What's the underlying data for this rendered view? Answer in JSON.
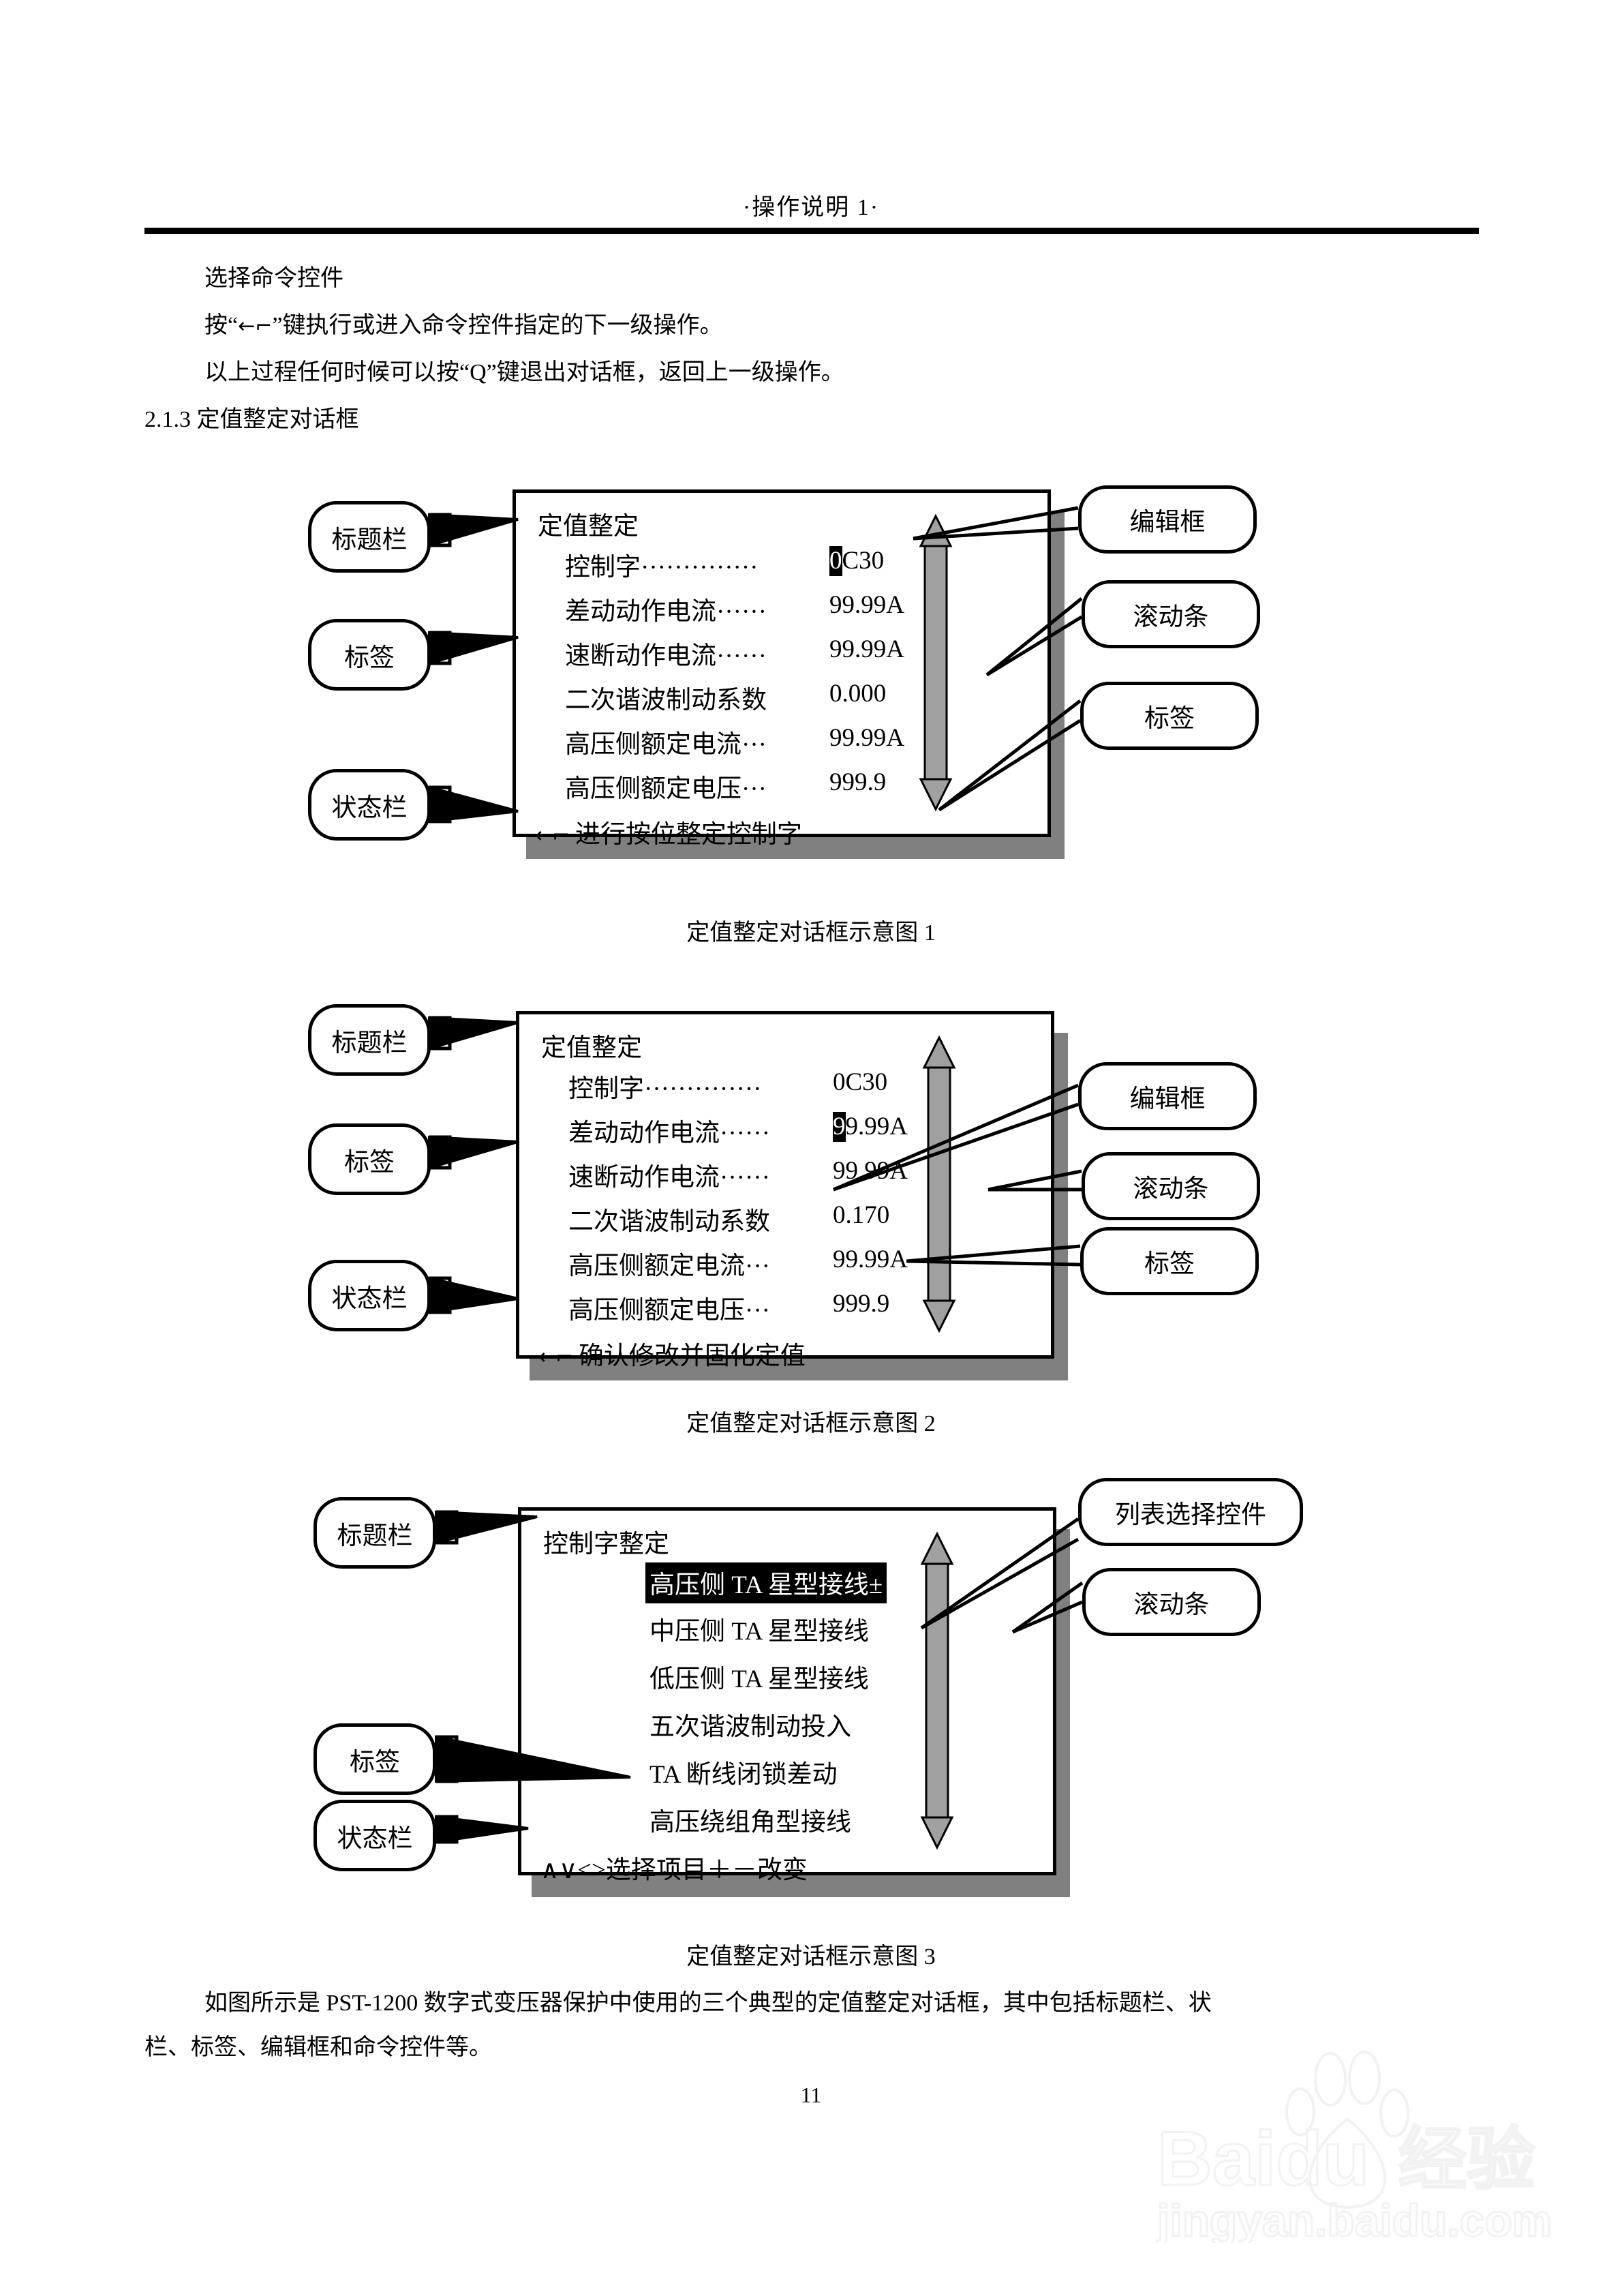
{
  "header": {
    "title": "·操作说明 1·"
  },
  "body": {
    "line1": "选择命令控件",
    "line2_pre": "按“",
    "line2_key": "←⌐",
    "line2_post": "”键执行或进入命令控件指定的下一级操作。",
    "line3": "以上过程任何时候可以按“Q”键退出对话框，返回上一级操作。",
    "section": "2.1.3  定值整定对话框"
  },
  "figures": [
    {
      "caption": "定值整定对话框示意图 1",
      "dialog": {
        "title": "定值整定",
        "rows": [
          {
            "label": "控制字··············",
            "value": "0C30",
            "highlight": "first-char"
          },
          {
            "label": "差动动作电流······",
            "value": "99.99A",
            "highlight": "none"
          },
          {
            "label": "速断动作电流······",
            "value": "99.99A",
            "highlight": "none"
          },
          {
            "label": "二次谐波制动系数",
            "value": "0.000",
            "highlight": "none"
          },
          {
            "label": "高压侧额定电流···",
            "value": "99.99A",
            "highlight": "none"
          },
          {
            "label": "高压侧额定电压···",
            "value": "999.9",
            "highlight": "none"
          }
        ],
        "status_key": "←⌐",
        "status_text": "进行按位整定控制字"
      },
      "callouts_left": [
        "标题栏",
        "标签",
        "状态栏"
      ],
      "callouts_right": [
        "编辑框",
        "滚动条",
        "标签"
      ]
    },
    {
      "caption": "定值整定对话框示意图 2",
      "dialog": {
        "title": "定值整定",
        "rows": [
          {
            "label": "控制字··············",
            "value": "0C30",
            "highlight": "none"
          },
          {
            "label": "差动动作电流······",
            "value": "99.99A",
            "highlight": "first-char"
          },
          {
            "label": "速断动作电流······",
            "value": "99.99A",
            "highlight": "none"
          },
          {
            "label": "二次谐波制动系数",
            "value": "0.170",
            "highlight": "none"
          },
          {
            "label": "高压侧额定电流···",
            "value": "99.99A",
            "highlight": "none"
          },
          {
            "label": "高压侧额定电压···",
            "value": "999.9",
            "highlight": "none"
          }
        ],
        "status_key": "←⌐",
        "status_text": "确认修改并固化定值"
      },
      "callouts_left": [
        "标题栏",
        "标签",
        "状态栏"
      ],
      "callouts_right": [
        "编辑框",
        "滚动条",
        "标签"
      ]
    },
    {
      "caption": "定值整定对话框示意图 3",
      "dialog": {
        "title": "控制字整定",
        "items": [
          {
            "text": "高压侧 TA 星型接线±",
            "selected": true
          },
          {
            "text": "中压侧 TA 星型接线",
            "selected": false
          },
          {
            "text": "低压侧 TA 星型接线",
            "selected": false
          },
          {
            "text": "五次谐波制动投入",
            "selected": false
          },
          {
            "text": "TA 断线闭锁差动",
            "selected": false
          },
          {
            "text": "高压绕组角型接线",
            "selected": false
          }
        ],
        "status_text": "∧∨<>选择项目＋－改变"
      },
      "callouts_left": [
        "标题栏",
        "标签",
        "状态栏"
      ],
      "callouts_right": [
        "列表选择控件",
        "滚动条"
      ]
    }
  ],
  "footer": {
    "para_line1": "如图所示是 PST-1200 数字式变压器保护中使用的三个典型的定值整定对话框，其中包括标题栏、状",
    "para_line2": "栏、标签、编辑框和命令控件等。",
    "page_number": "11"
  },
  "watermark": {
    "brand": "Baidu",
    "brand_cn": "经验",
    "url": "jingyan.baidu.com"
  }
}
